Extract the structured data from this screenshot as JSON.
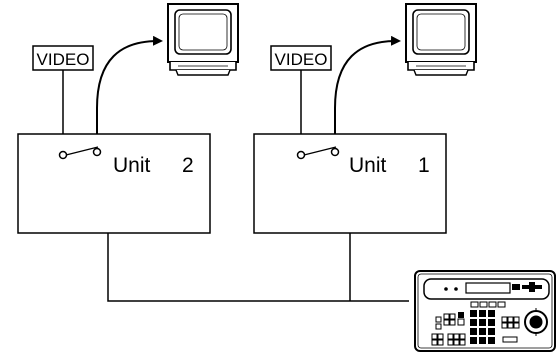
{
  "units": [
    {
      "video_label": "VIDEO",
      "unit_label": "Unit",
      "unit_number": "2"
    },
    {
      "video_label": "VIDEO",
      "unit_label": "Unit",
      "unit_number": "1"
    }
  ],
  "icons": {
    "monitor": "crt-monitor-icon",
    "controller": "system-controller-keyboard-icon"
  }
}
